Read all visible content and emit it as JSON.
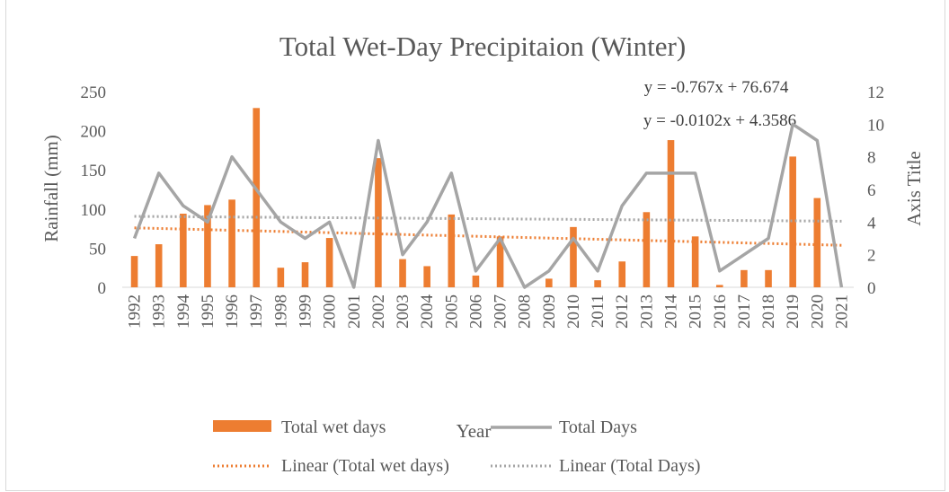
{
  "chart_data": {
    "type": "bar",
    "title": "Total Wet-Day Precipitaion (Winter)",
    "xlabel": "Year",
    "ylabel": "Rainfall (mm)",
    "y2label": "Axis Title",
    "ylim": [
      0,
      250
    ],
    "y2lim": [
      0,
      12
    ],
    "yticks": [
      0,
      50,
      100,
      150,
      200,
      250
    ],
    "y2ticks": [
      0,
      2,
      4,
      6,
      8,
      10,
      12
    ],
    "grid": false,
    "legend": "bottom",
    "categories": [
      "1992",
      "1993",
      "1994",
      "1995",
      "1996",
      "1997",
      "1998",
      "1999",
      "2000",
      "2001",
      "2002",
      "2003",
      "2004",
      "2005",
      "2006",
      "2007",
      "2008",
      "2009",
      "2010",
      "2011",
      "2012",
      "2013",
      "2014",
      "2015",
      "2016",
      "2017",
      "2018",
      "2019",
      "2020",
      "2021"
    ],
    "series": [
      {
        "name": "Total wet days",
        "kind": "bar",
        "axis": "left",
        "color": "#ED7D31",
        "values": [
          40,
          55,
          94,
          105,
          112,
          229,
          25,
          32,
          63,
          0,
          165,
          36,
          27,
          93,
          15,
          65,
          0,
          11,
          77,
          9,
          33,
          96,
          188,
          65,
          3,
          22,
          22,
          167,
          114,
          0
        ]
      },
      {
        "name": "Total Days",
        "kind": "line",
        "axis": "right",
        "color": "#A5A5A5",
        "values": [
          3,
          7,
          5,
          4,
          8,
          6,
          4,
          3,
          4,
          0,
          9,
          2,
          4,
          7,
          1,
          3,
          0,
          1,
          3,
          1,
          5,
          7,
          7,
          7,
          1,
          2,
          3,
          10,
          9,
          0
        ]
      }
    ],
    "trendlines": [
      {
        "name": "Linear (Total wet days)",
        "axis": "left",
        "color": "#ED7D31",
        "equation": "y = -0.767x + 76.674",
        "slope": -0.767,
        "intercept": 76.674
      },
      {
        "name": "Linear (Total Days)",
        "axis": "right",
        "color": "#A5A5A5",
        "equation": "y = -0.0102x + 4.3586",
        "slope": -0.0102,
        "intercept": 4.3586
      }
    ]
  }
}
